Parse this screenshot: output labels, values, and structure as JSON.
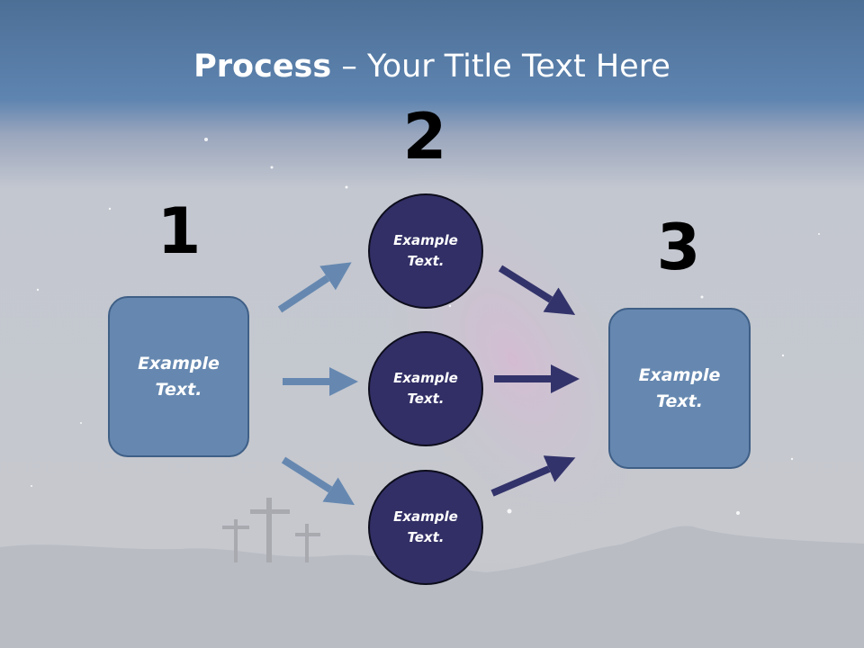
{
  "title": {
    "bold": "Process",
    "rest": " – Your Title Text Here"
  },
  "steps": {
    "one": {
      "number": "1",
      "text_line1": "Example",
      "text_line2": "Text."
    },
    "two": {
      "number": "2"
    },
    "three": {
      "number": "3",
      "text_line1": "Example",
      "text_line2": "Text."
    }
  },
  "circles": [
    {
      "line1": "Example",
      "line2": "Text."
    },
    {
      "line1": "Example",
      "line2": "Text."
    },
    {
      "line1": "Example",
      "line2": "Text."
    }
  ],
  "colors": {
    "box_fill": "#6688b0",
    "circle_fill": "#322f66",
    "arrow_light": "#6688b0",
    "arrow_dark": "#33336b"
  }
}
